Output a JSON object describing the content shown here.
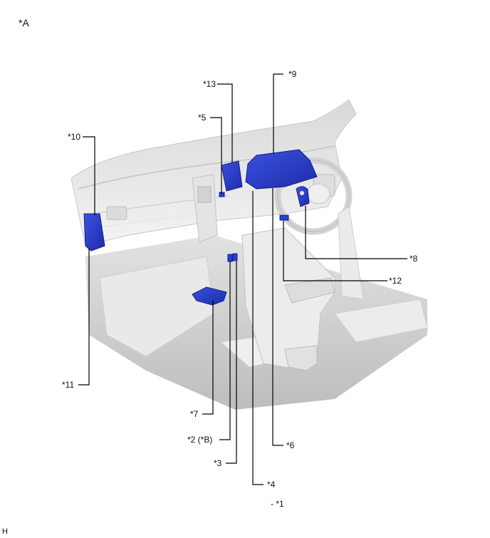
{
  "figure": {
    "view_label": "*A",
    "corner_label": "H",
    "description": "Vehicle interior cutaway with highlighted component locations (dashboard, instrument panel, console)"
  },
  "colors": {
    "component_highlight": "#2a3fcf",
    "component_dark": "#1a2a9a",
    "interior_light": "#f0f0f0",
    "interior_shadow": "#c9c9c9",
    "leader_line": "#000000"
  },
  "callouts": [
    {
      "id": "13",
      "text": "*13"
    },
    {
      "id": "9",
      "text": "*9"
    },
    {
      "id": "5",
      "text": "*5"
    },
    {
      "id": "10",
      "text": "*10"
    },
    {
      "id": "8",
      "text": "*8"
    },
    {
      "id": "12",
      "text": "*12"
    },
    {
      "id": "11",
      "text": "*11"
    },
    {
      "id": "7",
      "text": "*7"
    },
    {
      "id": "2",
      "text": "*2 (*B)"
    },
    {
      "id": "6",
      "text": "*6"
    },
    {
      "id": "3",
      "text": "*3"
    },
    {
      "id": "4",
      "text": "*4"
    },
    {
      "id": "1",
      "text": "- *1"
    }
  ]
}
